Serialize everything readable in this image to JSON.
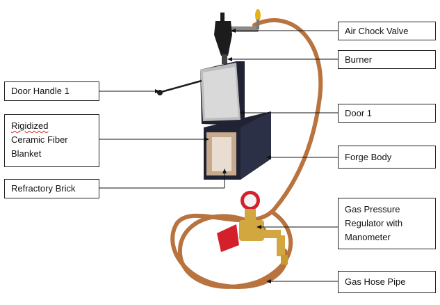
{
  "labels": {
    "air_chock_valve": "Air Chock Valve",
    "burner": "Burner",
    "door_handle": "Door Handle  1",
    "door": "Door 1",
    "ceramic_line1": "Rigidized",
    "ceramic_line2": "Ceramic Fiber",
    "ceramic_line3": "Blanket",
    "forge_body": "Forge Body",
    "refractory_brick": "Refractory Brick",
    "regulator": "Gas Pressure\nRegulator with\nManometer",
    "hose": "Gas Hose Pipe"
  },
  "colors": {
    "hose": "#b8733e",
    "forge_body": "#1f2333",
    "door": "#b9b9b9",
    "regulator_knob": "#d4202a",
    "brass": "#d2a740",
    "leader": "#111111"
  }
}
